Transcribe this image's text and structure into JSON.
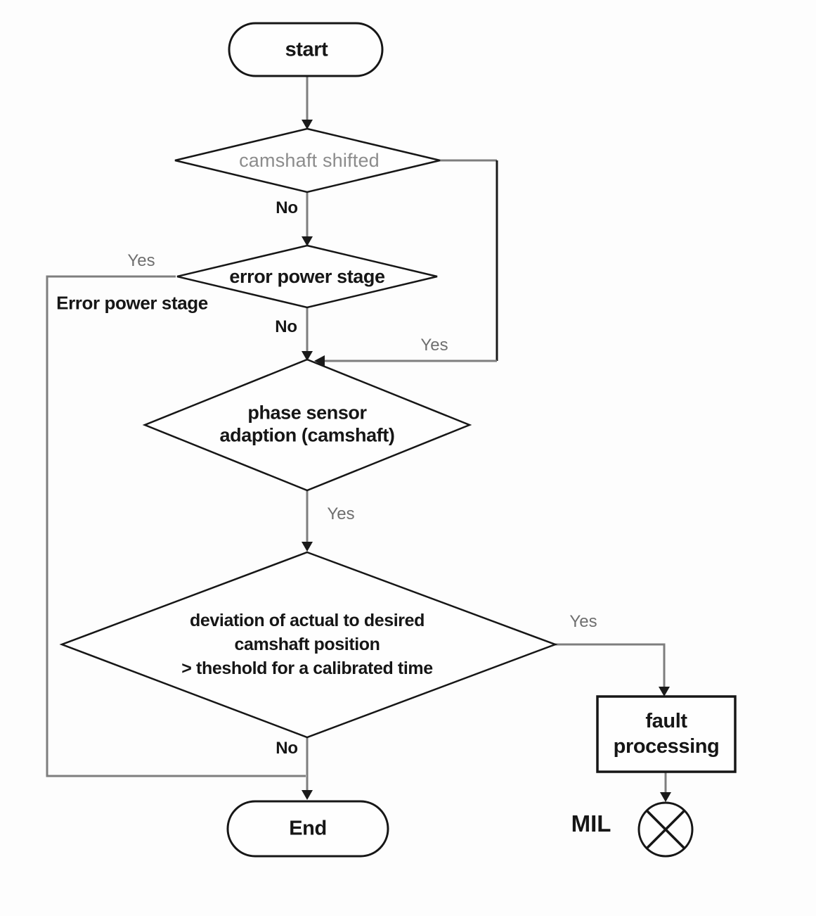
{
  "diagram": {
    "colors": {
      "background": "#fdfdfd",
      "shape_border": "#161616",
      "connector_gray": "#7e7e7e",
      "connector_black": "#1a1a1a",
      "node_text": "#161616",
      "muted_decision_text": "#8c8c8c",
      "yes_label_text": "#6f6f6f"
    },
    "nodes": {
      "start": {
        "type": "terminator",
        "label": "start"
      },
      "camshaft_shifted": {
        "type": "decision",
        "label": "camshaft shifted"
      },
      "error_power_stage": {
        "type": "decision",
        "label": "error power stage"
      },
      "phase_sensor_adaption": {
        "type": "decision",
        "lines": [
          "phase sensor",
          "adaption (camshaft)"
        ]
      },
      "deviation_check": {
        "type": "decision",
        "lines": [
          "deviation of actual to desired",
          "camshaft position",
          "> theshold for a calibrated time"
        ]
      },
      "fault_processing": {
        "type": "process",
        "lines": [
          "fault",
          "processing"
        ]
      },
      "end": {
        "type": "terminator",
        "label": "End"
      },
      "mil_lamp": {
        "type": "indicator",
        "label": "MIL",
        "icon": "lamp-circle-x-icon"
      }
    },
    "edge_labels": {
      "camshaft_shifted_no": "No",
      "camshaft_shifted_yes": "Yes",
      "error_power_stage_yes": "Yes",
      "error_power_stage_note": "Error power stage",
      "error_power_stage_no": "No",
      "phase_sensor_yes": "Yes",
      "deviation_yes": "Yes",
      "deviation_no": "No"
    }
  }
}
